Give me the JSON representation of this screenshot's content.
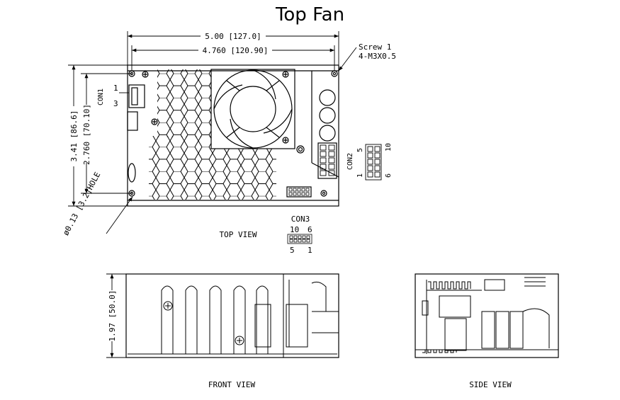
{
  "title": "Top Fan",
  "top_view": {
    "label": "TOP VIEW",
    "dim_width_outer": "5.00 [127.0]",
    "dim_width_inner": "4.760 [120.90]",
    "dim_height_outer": "3.41 [86.6]",
    "dim_height_inner": "2.760 [70.10]",
    "hole": "ø0.13 [3.2]HOLE",
    "screw_line1": "Screw 1",
    "screw_line2": "4-M3X0.5",
    "con1": {
      "name": "CON1",
      "pin_a": "1",
      "pin_b": "3"
    },
    "con2": {
      "name": "CON2",
      "pin_5": "5",
      "pin_10": "10",
      "pin_1": "1",
      "pin_6": "6"
    },
    "con3": {
      "name": "CON3",
      "pin_10": "10",
      "pin_6": "6",
      "pin_5": "5",
      "pin_1": "1"
    }
  },
  "front_view": {
    "label": "FRONT VIEW",
    "dim_height": "1.97 [50.0]"
  },
  "side_view": {
    "label": "SIDE VIEW"
  }
}
